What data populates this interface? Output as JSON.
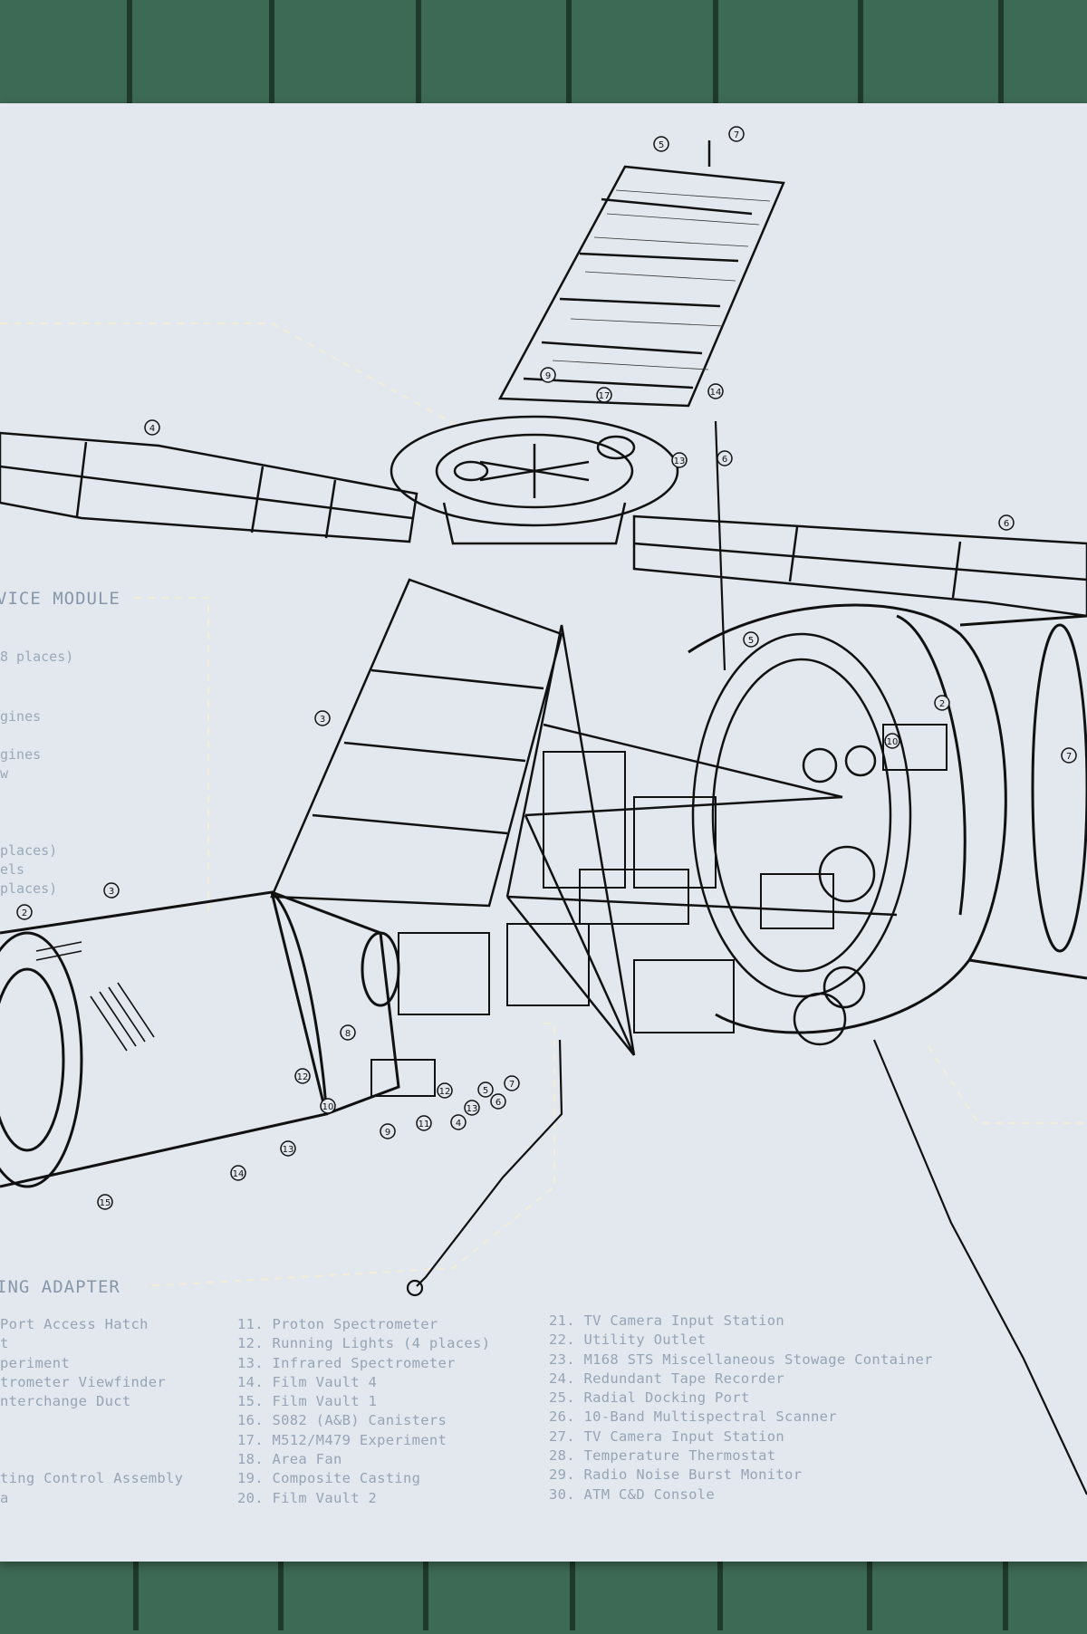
{
  "sections": {
    "service_module": "VICE MODULE",
    "docking_adapter": "ING ADAPTER"
  },
  "fragments": [
    "8 places)",
    "gines",
    "gines",
    "w",
    "places)",
    "els",
    " places)"
  ],
  "legend_left": [
    " Port Access Hatch",
    "t",
    "periment",
    "trometer Viewfinder",
    "nterchange Duct",
    "",
    "",
    "",
    "ting Control Assembly",
    "a"
  ],
  "legend_mid": [
    "11. Proton Spectrometer",
    "12. Running Lights (4 places)",
    "13. Infrared Spectrometer",
    "14. Film Vault 4",
    "15. Film Vault 1",
    "16. S082 (A&B) Canisters",
    "17. M512/M479 Experiment",
    "18. Area Fan",
    "19. Composite Casting",
    "20. Film Vault 2"
  ],
  "legend_right": [
    "21. TV Camera Input Station",
    "22. Utility Outlet",
    "23. M168 STS Miscellaneous Stowage Container",
    "24. Redundant Tape Recorder",
    "25. Radial Docking Port",
    "26. 10-Band Multispectral Scanner",
    "27. TV Camera Input Station",
    "28. Temperature Thermostat",
    "29. Radio Noise Burst Monitor",
    "30. ATM C&D Console"
  ],
  "callouts": [
    "5",
    "7",
    "4",
    "9",
    "17",
    "14",
    "13",
    "6",
    "6",
    "3",
    "5",
    "2",
    "10",
    "7",
    "3",
    "2",
    "15",
    "13",
    "14",
    "12",
    "10",
    "9",
    "11",
    "4",
    "13",
    "5",
    "6",
    "7",
    "8",
    "12"
  ],
  "colors": {
    "wall": "#3d6a54",
    "board": "#e3e8ef",
    "ink": "#111111",
    "legend_text": "#96a4b5",
    "title_text": "#8797ab",
    "dashed_guide": "#f3ecd6"
  }
}
